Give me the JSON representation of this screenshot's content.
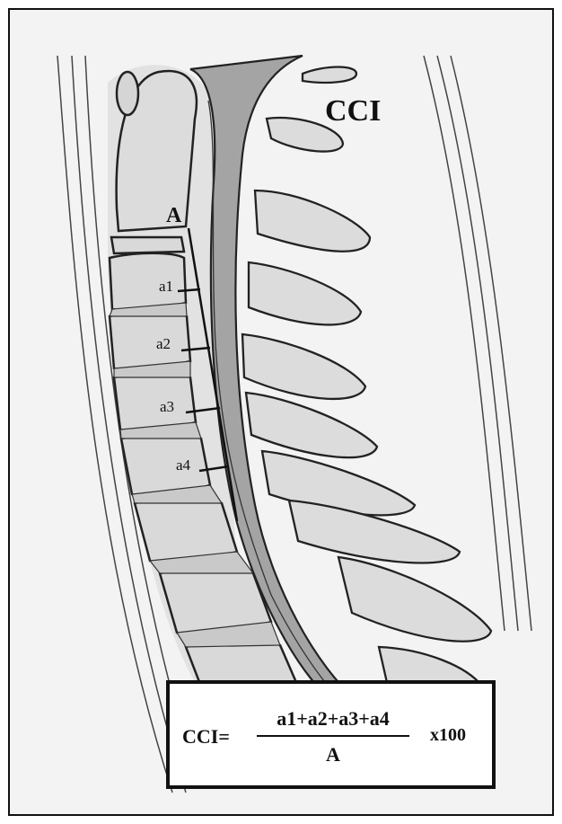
{
  "labels": {
    "title": "CCI",
    "line_A": "A",
    "a1": "a1",
    "a2": "a2",
    "a3": "a3",
    "a4": "a4"
  },
  "formula": {
    "lhs": "CCI=",
    "numerator": "a1+a2+a3+a4",
    "denominator": "A",
    "multiplier": "x100"
  },
  "colors": {
    "ink": "#111111",
    "bone": "#d9d9d9",
    "shade": "#b8b8b8",
    "canal": "#9a9a9a",
    "background": "#f3f3f3"
  }
}
